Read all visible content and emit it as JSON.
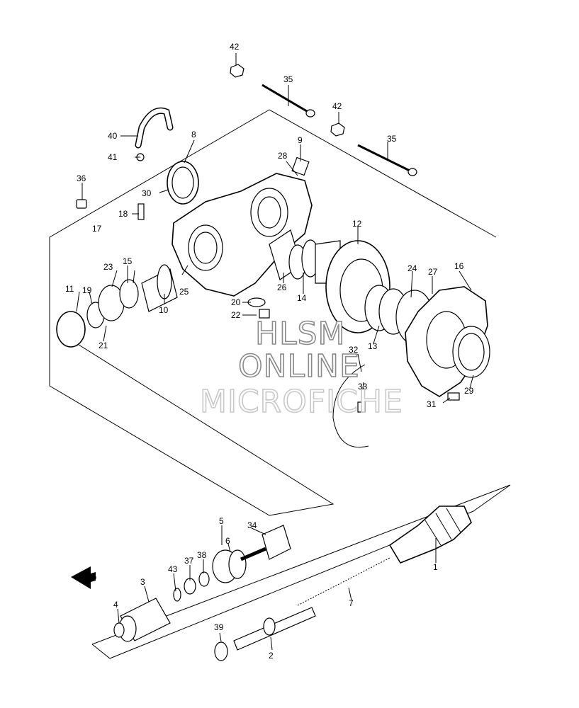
{
  "watermark": {
    "line1": "HLSM",
    "line2": "ONLINE",
    "line3": "MICROFICHE",
    "color": "#8a8a8a"
  },
  "direction": {
    "label": "FWD",
    "icon": "arrow-fwd-icon"
  },
  "callouts": [
    "42",
    "35",
    "42",
    "35",
    "40",
    "8",
    "9",
    "28",
    "41",
    "36",
    "30",
    "18",
    "17",
    "12",
    "24",
    "27",
    "16",
    "23",
    "15",
    "11",
    "19",
    "25",
    "10",
    "26",
    "14",
    "20",
    "22",
    "21",
    "13",
    "32",
    "33",
    "31",
    "29",
    "5",
    "34",
    "6",
    "38",
    "37",
    "43",
    "3",
    "1",
    "7",
    "4",
    "39",
    "2"
  ]
}
